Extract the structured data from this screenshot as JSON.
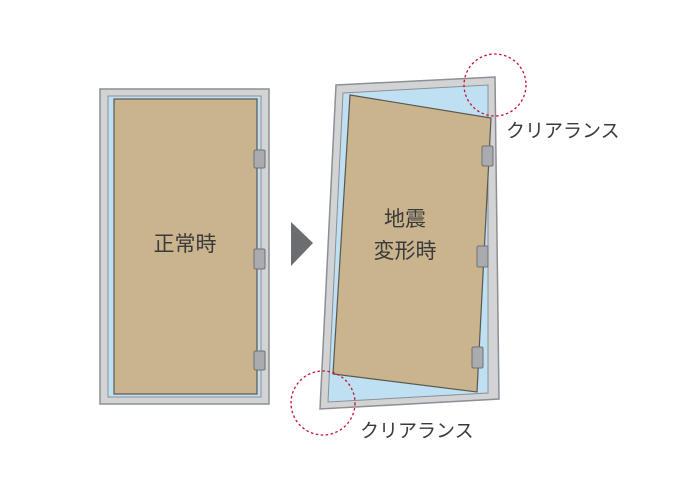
{
  "normal_door": {
    "label": "正常時"
  },
  "deformed_door": {
    "label_line1": "地震",
    "label_line2": "変形時"
  },
  "clearance_top": {
    "label": "クリアランス"
  },
  "clearance_bottom": {
    "label": "クリアランス"
  },
  "colors": {
    "frame": "#d2d3d5",
    "frame_stroke": "#8c8f94",
    "gap": "#bfe0f2",
    "door": "#c9b48e",
    "door_stroke": "#5a5650",
    "hinge": "#a9abae",
    "arrow": "#6b6d71",
    "circle": "#c8102e"
  }
}
